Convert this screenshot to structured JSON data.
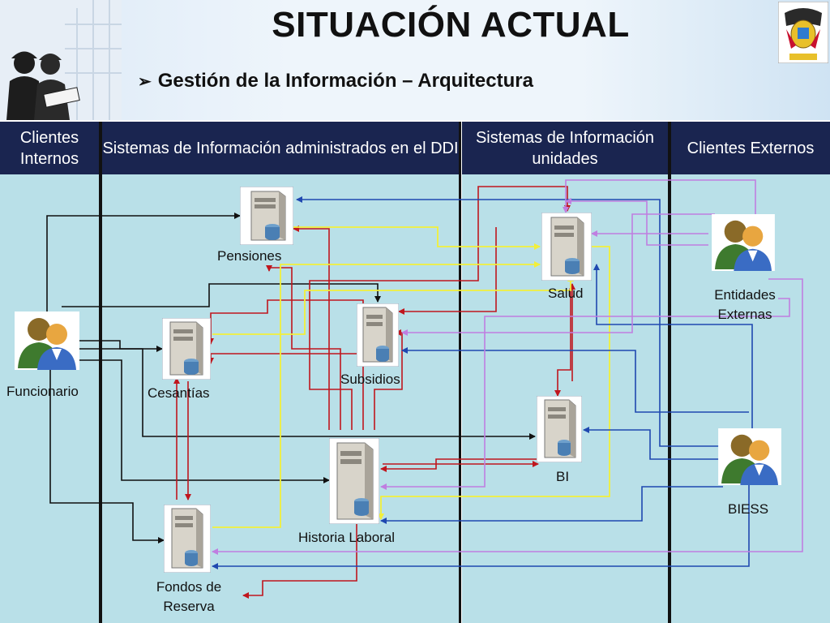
{
  "title": "SITUACIÓN ACTUAL",
  "subtitle": "Gestión de la Información – Arquitectura",
  "columns": [
    {
      "label": "Clientes Internos"
    },
    {
      "label": "Sistemas de Información administrados en el DDI"
    },
    {
      "label": "Sistemas de Información unidades"
    },
    {
      "label": "Clientes Externos"
    }
  ],
  "nodes": {
    "pensiones": "Pensiones",
    "salud": "Salud",
    "entidades": "Entidades Externas",
    "funcionario": "Funcionario",
    "cesantias": "Cesantías",
    "subsidios": "Subsidios",
    "bi": "BI",
    "biess": "BIESS",
    "historia": "Historia Laboral",
    "fondos": "Fondos de Reserva"
  },
  "colors": {
    "header_band": "#1a2550",
    "column_bg": "#b9e0e8",
    "arrow_black": "#111111",
    "arrow_red": "#c0161d",
    "arrow_blue": "#1f48b0",
    "arrow_yellow": "#f2ef3a",
    "arrow_violet": "#c07ee0"
  },
  "icons": {
    "server": "server-icon",
    "users": "users-icon",
    "logo": "emblem-icon"
  }
}
